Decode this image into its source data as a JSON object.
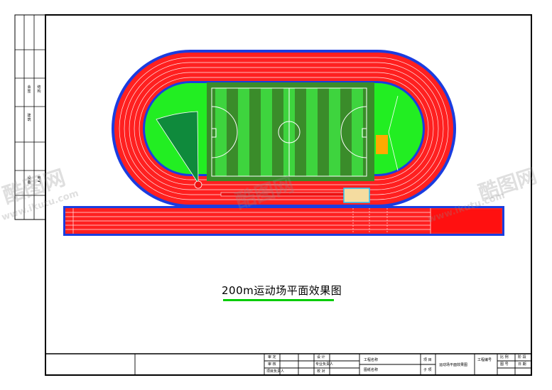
{
  "caption": "200m运动场平面效果图",
  "title_block": {
    "cells": [
      "审 定",
      "审 核",
      "项目负责人",
      "设 计",
      "专业负责人",
      "校 对",
      "工程名称",
      "图纸名称",
      "项 目",
      "子 项",
      "运动场平面效果图",
      "工程编号",
      "比 例",
      "图 号",
      "阶 段",
      "日 期"
    ]
  },
  "side_strip": {
    "labels": [
      "会签",
      "建筑",
      "结构",
      "设备",
      "电气"
    ]
  },
  "watermarks": [
    "酷图网",
    "www.ikutu.com",
    "酷图网",
    "www.ikutu.com",
    "酷图网"
  ],
  "colors": {
    "track_red": "#ff2020",
    "track_border": "#1a3de0",
    "infield_green": "#22ee22",
    "field_dark": "#3a8c2a",
    "field_light": "#3ed43e",
    "throw_sector": "#0f8a3c",
    "pit_orange": "#ffaa00",
    "jump_runway": "#f5dca0"
  }
}
